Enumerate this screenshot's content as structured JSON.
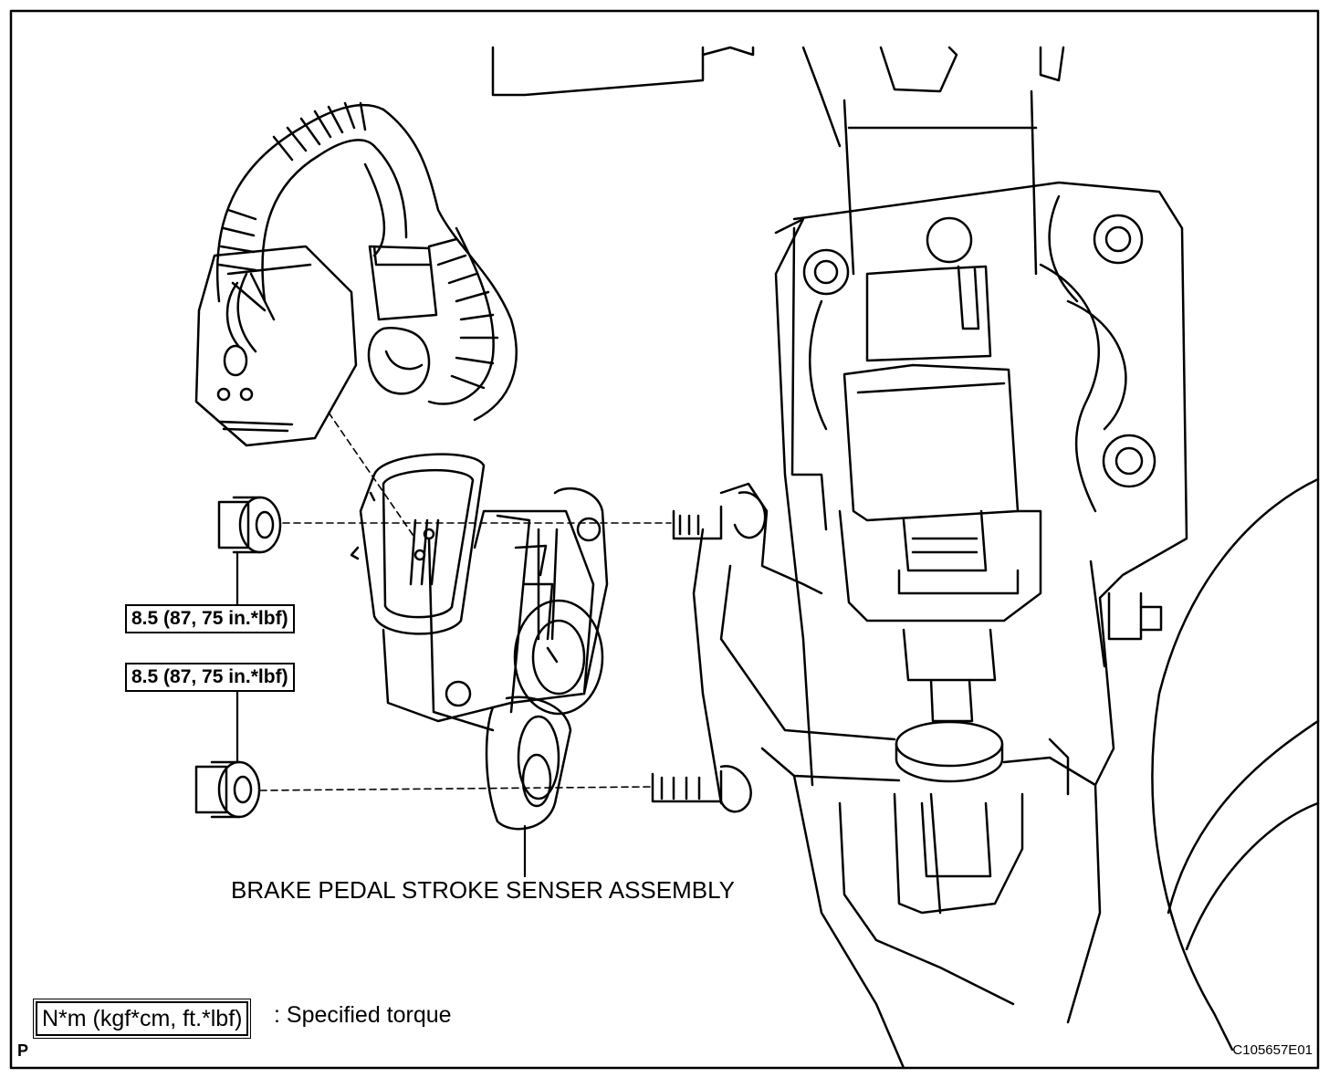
{
  "torque_labels": [
    "8.5 (87, 75 in.*lbf)",
    "8.5 (87, 75 in.*lbf)"
  ],
  "part_label": "BRAKE PEDAL STROKE SENSER ASSEMBLY",
  "legend": {
    "unit_box": "N*m (kgf*cm, ft.*lbf)",
    "description": ": Specified torque"
  },
  "corner_letter": "P",
  "figure_id": "C105657E01"
}
